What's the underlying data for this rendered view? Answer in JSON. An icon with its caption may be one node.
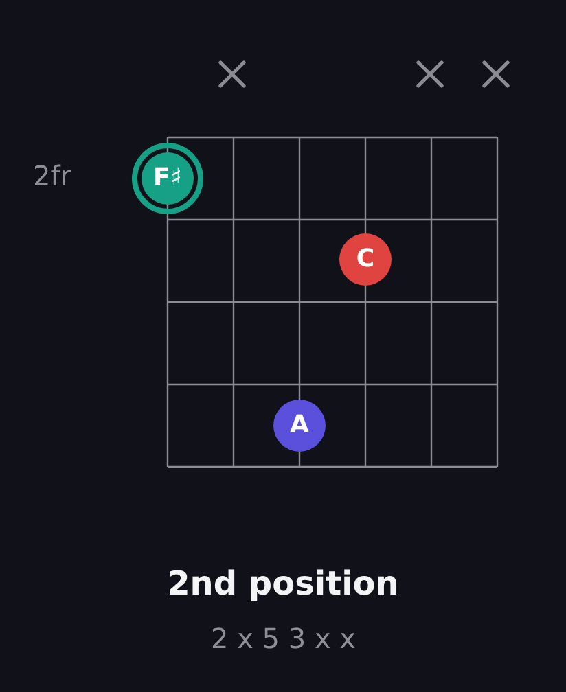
{
  "diagram": {
    "title": "2nd position",
    "nodes": [
      {
        "text": [
          "F♯"
        ]
      },
      {
        "text": [
          "C"
        ]
      },
      {
        "text": [
          "A"
        ]
      }
    ],
    "labels": [
      "2fr",
      "2 x 5 3 x x"
    ]
  }
}
